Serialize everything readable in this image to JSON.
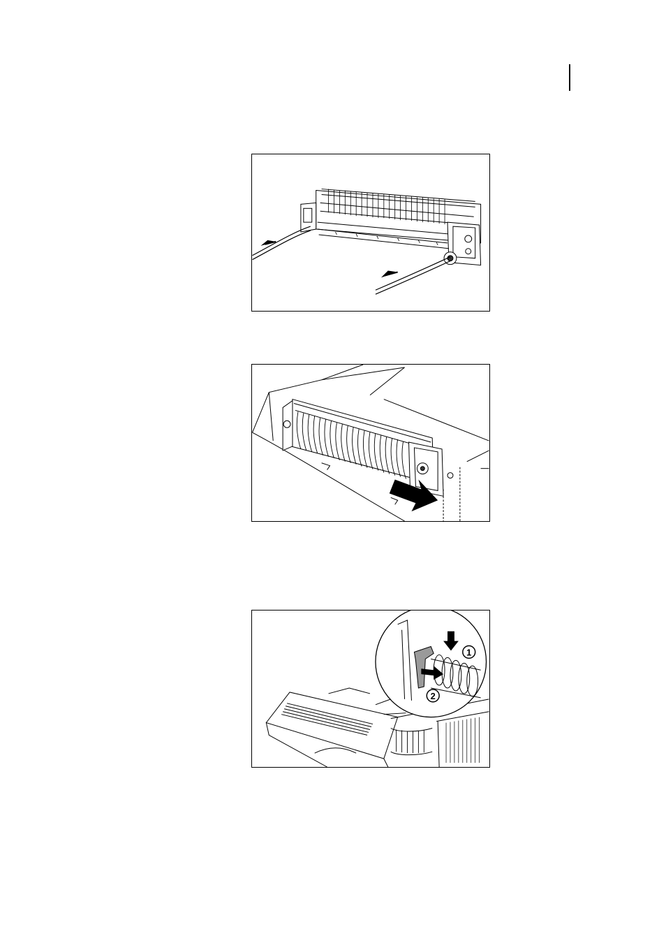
{
  "figures": [
    {
      "id": "fig-1",
      "icon": "fuser-unit-removal-tapes-illustration"
    },
    {
      "id": "fig-2",
      "icon": "fuser-slide-out-illustration"
    },
    {
      "id": "fig-3",
      "icon": "release-lever-detail-illustration"
    }
  ],
  "callouts": {
    "step_1": "1",
    "step_2": "2"
  }
}
